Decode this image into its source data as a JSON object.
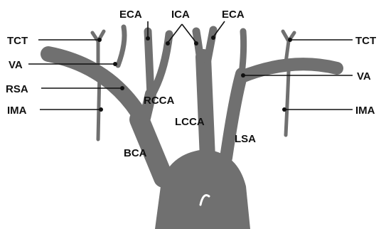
{
  "colors": {
    "vessel": "#707070",
    "ink": "#111111",
    "background": "#ffffff"
  },
  "labels": {
    "eca_left": "ECA",
    "ica": "ICA",
    "eca_right": "ECA",
    "tct_left": "TCT",
    "tct_right": "TCT",
    "va_left": "VA",
    "va_right": "VA",
    "rsa": "RSA",
    "ima_left": "IMA",
    "ima_right": "IMA",
    "rcca": "RCCA",
    "lcca": "LCCA",
    "lsa": "LSA",
    "bca": "BCA"
  }
}
